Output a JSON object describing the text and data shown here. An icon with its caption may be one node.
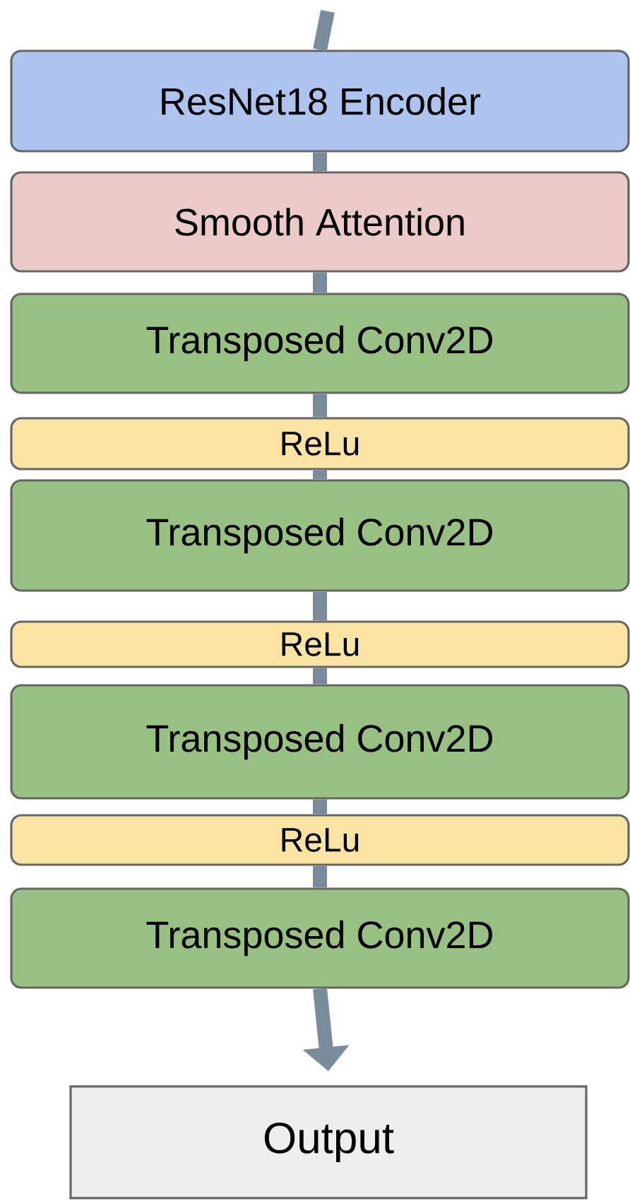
{
  "diagram": {
    "nodes": [
      {
        "text": [
          "ResNet18 Encoder"
        ]
      },
      {
        "text": [
          "Smooth Attention"
        ]
      },
      {
        "text": [
          "Transposed Conv2D"
        ]
      },
      {
        "text": [
          "ReLu"
        ]
      },
      {
        "text": [
          "Transposed Conv2D"
        ]
      },
      {
        "text": [
          "ReLu"
        ]
      },
      {
        "text": [
          "Transposed Conv2D"
        ]
      },
      {
        "text": [
          "ReLu"
        ]
      },
      {
        "text": [
          "Transposed Conv2D"
        ]
      },
      {
        "text": [
          "Output"
        ]
      }
    ],
    "edges": [
      {
        "from": null,
        "to": 0,
        "arrow": "none"
      },
      {
        "from": 0,
        "to": 1,
        "arrow": "none"
      },
      {
        "from": 1,
        "to": 2,
        "arrow": "none"
      },
      {
        "from": 2,
        "to": 3,
        "arrow": "none"
      },
      {
        "from": 3,
        "to": 4,
        "arrow": "none"
      },
      {
        "from": 4,
        "to": 5,
        "arrow": "none"
      },
      {
        "from": 5,
        "to": 6,
        "arrow": "none"
      },
      {
        "from": 6,
        "to": 7,
        "arrow": "none"
      },
      {
        "from": 7,
        "to": 8,
        "arrow": "none"
      },
      {
        "from": 8,
        "to": 9,
        "arrow": "to"
      }
    ]
  }
}
